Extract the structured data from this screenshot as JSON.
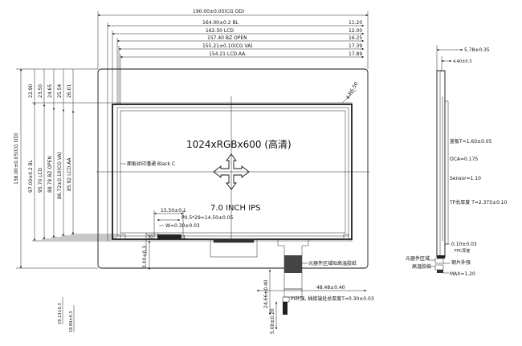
{
  "top_dims": {
    "cg_od": "190.00±0.05(CG OD)",
    "bl": "164.00±0.2 BL",
    "lcd": "162.50 LCD",
    "bz_open": "157.40 BZ OPEN",
    "cg_va": "155.21±0.10(CG VA)",
    "lcd_aa": "154.21 LCD.AA",
    "r1": "11.20",
    "r2": "12.00",
    "r3": "16.25",
    "r4": "17.39",
    "r5": "17.89"
  },
  "left_dims": {
    "v1": "22.90",
    "v2": "23.50",
    "v3": "24.65",
    "v4": "25.54",
    "v5": "26.01",
    "cg_od": "138.00±0.05(CG OD)",
    "bl": "97.00±0.2 BL",
    "lcd": "95.70 LCD",
    "bz_open": "88.78 BZ OPEN",
    "cg_va": "86.72±0.10(CG VA)",
    "lcd_aa": "85.92 LCD.AA"
  },
  "corner_dim": "4-R6.50",
  "resolution": "1024xRGBx600 (高清)",
  "silk_note": "面板丝印潘通 Black C",
  "product": "7.0 INCH IPS",
  "fpc_dims": {
    "d1": "15.50±0.1",
    "d2": "P0.5*29=14.50±0.05",
    "d3": "W=0.30±0.03",
    "d4": "3.00±0.3"
  },
  "pin_labels": {
    "p1": "30",
    "p2": "1"
  },
  "fpc_notes": {
    "components": "元器件区域贴高温胶纸",
    "length": "48.48±0.40",
    "v_len": "24.66±0.40",
    "pi": "PI补强, 插接端处总厚度T=0.30±0.03",
    "tail": "5.00±0.20"
  },
  "side_view": {
    "total": "5.78±0.35",
    "small": "4.40±0.3",
    "cover": "盖板T=1.60±0.05",
    "oca": "OCA=0.175",
    "sensor": "Sensor=1.10",
    "tp_total": "TP总厚度 T=2.375±0.10",
    "fpc_thk": "0.10±0.03",
    "fpc_label": "FPC厚度",
    "components": "元器件区域",
    "tape": "高温胶纸",
    "steel": "钢片补强",
    "max": "MAX=1.20"
  },
  "bottom_tags": {
    "t1": "19.13±0.3",
    "t2": "18.84±0.3"
  }
}
